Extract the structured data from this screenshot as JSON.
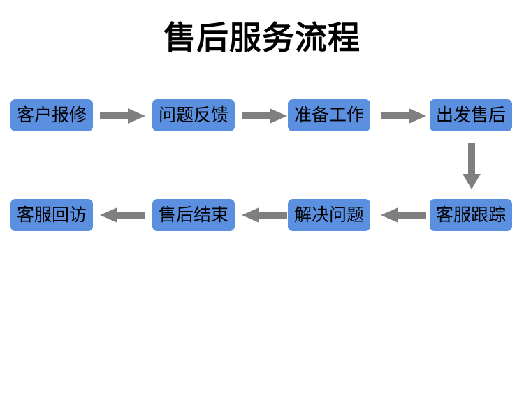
{
  "chart_data": {
    "type": "diagram",
    "title": "售后服务流程",
    "diagram_kind": "flowchart",
    "layout": "serpentine-two-rows",
    "background_color": "#FFFFFF",
    "node_fill_color": "#5B8FE0",
    "node_text_color": "#000000",
    "arrow_color": "#7F7F7F",
    "nodes": [
      {
        "id": "n1",
        "label": "客户报修",
        "row": 1,
        "col": 1
      },
      {
        "id": "n2",
        "label": "问题反馈",
        "row": 1,
        "col": 2
      },
      {
        "id": "n3",
        "label": "准备工作",
        "row": 1,
        "col": 3
      },
      {
        "id": "n4",
        "label": "出发售后",
        "row": 1,
        "col": 4
      },
      {
        "id": "n5",
        "label": "客服跟踪",
        "row": 2,
        "col": 4
      },
      {
        "id": "n6",
        "label": "解决问题",
        "row": 2,
        "col": 3
      },
      {
        "id": "n7",
        "label": "售后结束",
        "row": 2,
        "col": 2
      },
      {
        "id": "n8",
        "label": "客服回访",
        "row": 2,
        "col": 1
      }
    ],
    "edges": [
      {
        "from": "n1",
        "to": "n2",
        "direction": "right"
      },
      {
        "from": "n2",
        "to": "n3",
        "direction": "right"
      },
      {
        "from": "n3",
        "to": "n4",
        "direction": "right"
      },
      {
        "from": "n4",
        "to": "n5",
        "direction": "down"
      },
      {
        "from": "n5",
        "to": "n6",
        "direction": "left"
      },
      {
        "from": "n6",
        "to": "n7",
        "direction": "left"
      },
      {
        "from": "n7",
        "to": "n8",
        "direction": "left"
      }
    ]
  },
  "title": {
    "text": "售后服务流程"
  },
  "nodes": {
    "n1": {
      "label": "客户报修"
    },
    "n2": {
      "label": "问题反馈"
    },
    "n3": {
      "label": "准备工作"
    },
    "n4": {
      "label": "出发售后"
    },
    "n5": {
      "label": "客服跟踪"
    },
    "n6": {
      "label": "解决问题"
    },
    "n7": {
      "label": "售后结束"
    },
    "n8": {
      "label": "客服回访"
    }
  },
  "colors": {
    "node_fill": "#5B8FE0",
    "arrow": "#7F7F7F",
    "text": "#000000",
    "background": "#FFFFFF"
  }
}
